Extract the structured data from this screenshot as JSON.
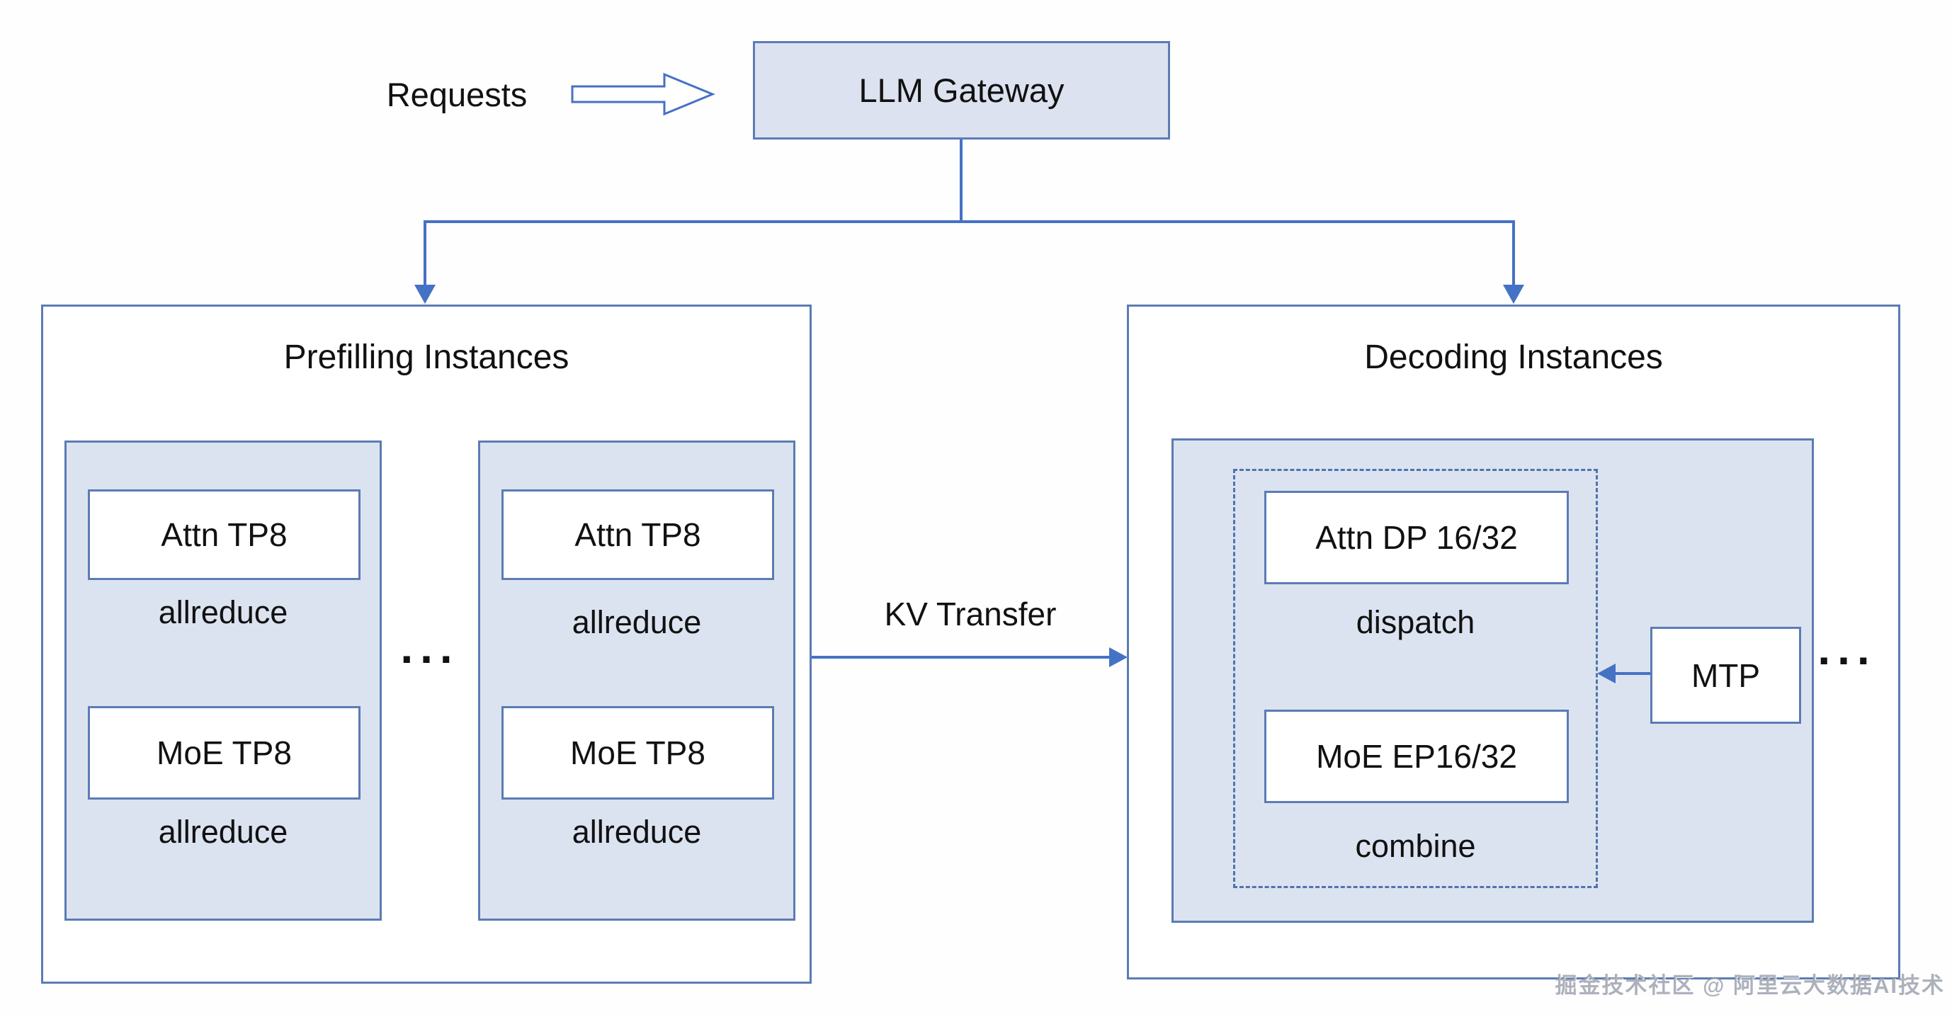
{
  "colors": {
    "accent_blue": "#4472C4",
    "box_border_blue": "#5B7CB4",
    "shaded_fill": "#DCE3F0",
    "gateway_fill": "#DDE2F0",
    "text": "#111111"
  },
  "flow": {
    "requests_label": "Requests",
    "gateway_label": "LLM Gateway",
    "kv_transfer_label": "KV Transfer"
  },
  "prefill": {
    "title": "Prefilling Instances",
    "ellipsis": "...",
    "instances": [
      {
        "attn_label": "Attn TP8",
        "attn_note": "allreduce",
        "moe_label": "MoE TP8",
        "moe_note": "allreduce"
      },
      {
        "attn_label": "Attn TP8",
        "attn_note": "allreduce",
        "moe_label": "MoE TP8",
        "moe_note": "allreduce"
      }
    ]
  },
  "decode": {
    "title": "Decoding Instances",
    "ellipsis": "...",
    "attn_label": "Attn DP 16/32",
    "attn_note": "dispatch",
    "moe_label": "MoE EP16/32",
    "moe_note": "combine",
    "mtp_label": "MTP"
  },
  "watermark": "掘金技术社区 @ 阿里云大数据AI技术"
}
